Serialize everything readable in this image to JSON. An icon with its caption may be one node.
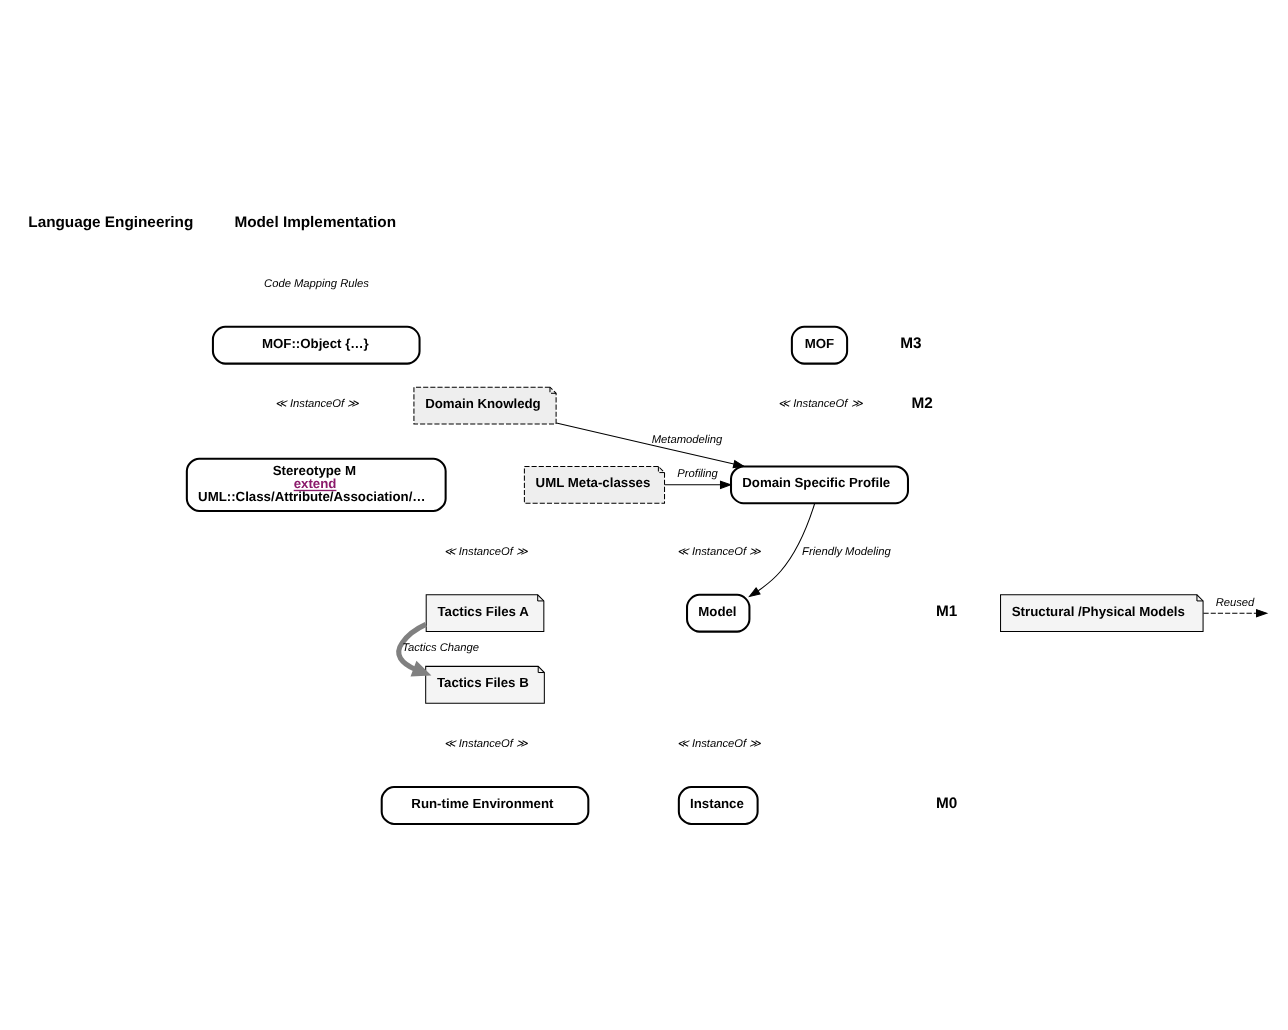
{
  "diagram": {
    "nodes": [
      {
        "text": [
          "MOF"
        ]
      },
      {
        "text": [
          "UML Meta-classes"
        ]
      },
      {
        "text": [
          "Domain Specific Profile"
        ]
      },
      {
        "text": [
          "Domain Knowledg"
        ]
      },
      {
        "text": [
          "Model"
        ]
      },
      {
        "text": [
          "Instance"
        ]
      },
      {
        "text": [
          "MOF::Object {…}"
        ]
      },
      {
        "text": [
          "Stereotype M",
          "extend",
          "UML::Class/Attribute/Association/…"
        ]
      },
      {
        "text": [
          "Structural /Physical Models"
        ]
      },
      {
        "text": [
          "Tactics Files A"
        ]
      },
      {
        "text": [
          "Tactics Files B"
        ]
      },
      {
        "text": [
          "Run-time Environment"
        ]
      }
    ],
    "edges": [
      {
        "from": 1,
        "to": 2,
        "arrow": "to",
        "label": "Profiling"
      },
      {
        "from": 3,
        "to": 2,
        "arrow": "to",
        "label": "Metamodeling"
      },
      {
        "from": 2,
        "to": 4,
        "arrow": "to",
        "label": "Friendly Modeling"
      },
      {
        "from": 8,
        "to": null,
        "arrow": "to",
        "label": "Reused",
        "style": "dashed"
      },
      {
        "from": 9,
        "to": 10,
        "arrow": "to",
        "label": "Tactics Change",
        "style": "thick",
        "color": "#808080"
      }
    ],
    "labels": [
      "Language Engineering",
      "Model Implementation",
      "Code Mapping Rules",
      "M3",
      "≪ InstanceOf ≫",
      "≪ InstanceOf ≫",
      "M2",
      "≪ InstanceOf ≫",
      "≪ InstanceOf ≫",
      "M1",
      "≪ InstanceOf ≫",
      "≪ InstanceOf ≫",
      "M0"
    ]
  }
}
